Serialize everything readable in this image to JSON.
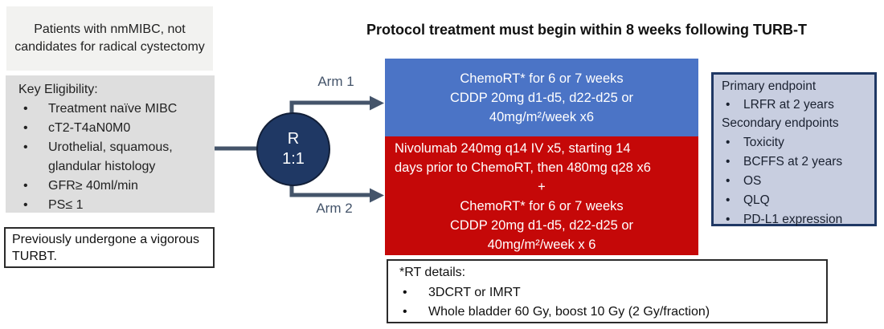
{
  "colors": {
    "arm1_blue": "#4b74c6",
    "arm2_red": "#c50808",
    "randomizer_navy": "#1f3864",
    "connector_slate": "#44546a",
    "endpoints_fill": "#c8cee0",
    "endpoints_border": "#1f3864",
    "patients_fill": "#f2f2f0",
    "eligibility_fill": "#dedede"
  },
  "title": "Protocol treatment must begin within 8 weeks following TURB-T",
  "patients_box": {
    "text": "Patients with nmMIBC, not candidates for radical cystectomy"
  },
  "eligibility_box": {
    "heading": "Key Eligibility:",
    "items": [
      "Treatment naïve MIBC",
      "cT2-T4aN0M0",
      "Urothelial, squamous, glandular histology",
      "GFR≥ 40ml/min",
      "PS≤ 1"
    ]
  },
  "turbt_box": {
    "text": "Previously undergone a vigorous TURBT."
  },
  "randomizer": {
    "line1": "R",
    "line2": "1:1"
  },
  "arms": {
    "arm1_label": "Arm 1",
    "arm2_label": "Arm 2"
  },
  "arm1_box": {
    "lines": [
      "ChemoRT* for 6 or 7 weeks",
      "CDDP 20mg d1-d5, d22-d25 or",
      "40mg/m²/week x6"
    ]
  },
  "arm2_box": {
    "nivolumab_lines": [
      "Nivolumab 240mg q14 IV x5, starting 14",
      "days prior to ChemoRT, then 480mg q28 x6"
    ],
    "plus": "+",
    "chemort_lines": [
      "ChemoRT* for 6 or 7 weeks",
      "CDDP 20mg d1-d5, d22-d25 or",
      "40mg/m²/week x 6"
    ]
  },
  "endpoints_box": {
    "primary_heading": "Primary endpoint",
    "primary_items": [
      "LRFR at 2 years"
    ],
    "secondary_heading": "Secondary endpoints",
    "secondary_items": [
      "Toxicity",
      "BCFFS at 2 years",
      "OS",
      "QLQ",
      "PD-L1 expression"
    ]
  },
  "rt_details_box": {
    "heading": "*RT details:",
    "items": [
      "3DCRT or IMRT",
      "Whole bladder 60 Gy, boost 10 Gy (2 Gy/fraction)"
    ]
  }
}
